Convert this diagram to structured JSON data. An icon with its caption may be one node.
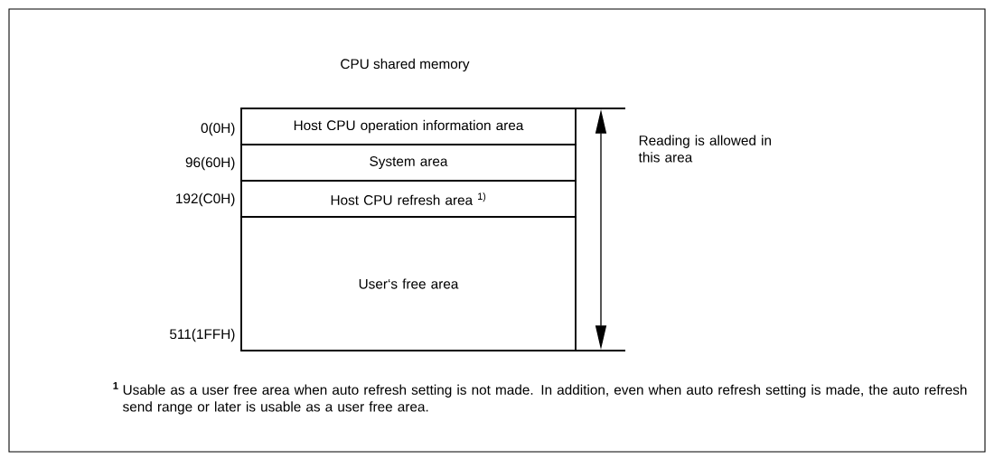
{
  "diagram": {
    "title": "CPU shared memory",
    "nodes": [
      {
        "text": [
          "Host CPU operation information area"
        ]
      },
      {
        "text": [
          "System area"
        ]
      },
      {
        "text": [
          "Host CPU refresh area $^{1)}$"
        ]
      },
      {
        "text": [
          "User‘s free area"
        ]
      }
    ],
    "labels": [
      "0(0H)",
      "96(60H)",
      "192(C0H)",
      "511(1FFH)",
      "Reading is allowed in this area",
      "1",
      "Usable as a user free area when auto refresh setting is not made. In addition, even when auto refresh setting is made, the auto refresh send range or later is usable as a user free area."
    ]
  }
}
